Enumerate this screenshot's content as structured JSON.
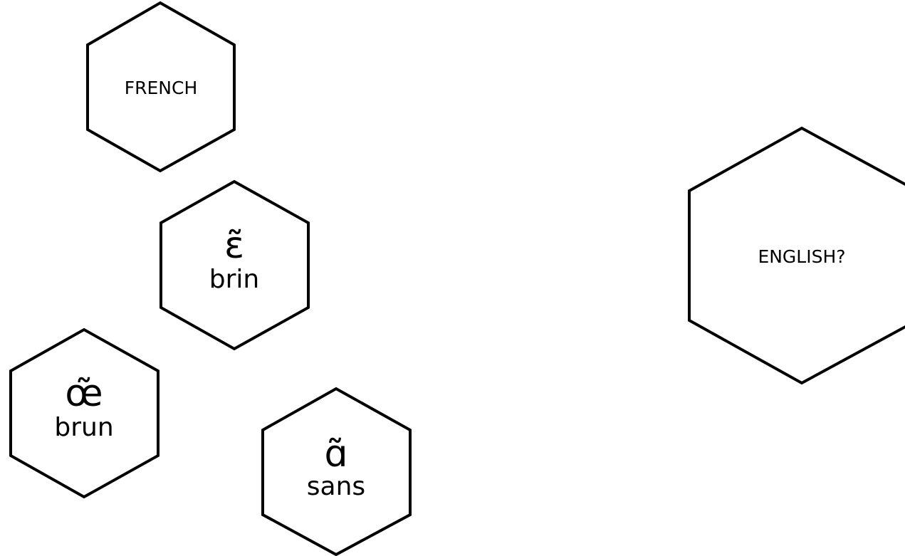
{
  "diagram": {
    "nodes": [
      {
        "id": "french",
        "label": "FRENCH"
      },
      {
        "id": "nasal-e",
        "symbol": "ɛ̃",
        "word": "brin"
      },
      {
        "id": "nasal-oe",
        "symbol": "œ̃",
        "word": "brun"
      },
      {
        "id": "nasal-a",
        "symbol": "ɑ̃",
        "word": "sans"
      },
      {
        "id": "english",
        "label": "ENGLISH?"
      }
    ]
  },
  "colors": {
    "stroke": "#000000",
    "fill": "#ffffff",
    "background": "#ffffff"
  }
}
